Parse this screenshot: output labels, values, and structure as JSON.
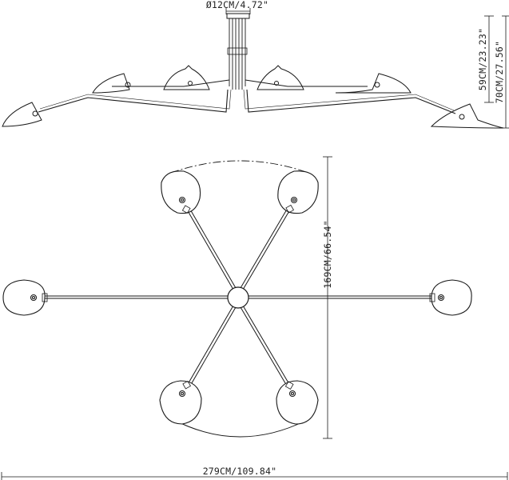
{
  "dimensions": {
    "canopy_diameter": "Ø12CM/4.72\"",
    "shade_drop_height": "59CM/23.23\"",
    "total_height": "70CM/27.56\"",
    "plan_depth": "169CM/66.54\"",
    "total_span": "279CM/109.84\""
  },
  "colors": {
    "line": "#1a1a1a",
    "background": "#ffffff"
  }
}
